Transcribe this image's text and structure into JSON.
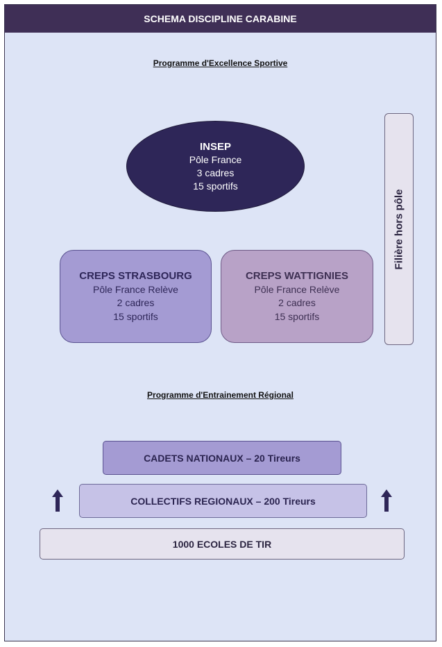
{
  "title": "SCHEMA DISCIPLINE CARABINE",
  "excellence_heading": "Programme d'Excellence Sportive",
  "insep": {
    "name": "INSEP",
    "pole": "Pôle France",
    "cadres": "3 cadres",
    "sportifs": "15 sportifs"
  },
  "strasbourg": {
    "name": "CREPS STRASBOURG",
    "pole": "Pôle France Relève",
    "cadres": "2 cadres",
    "sportifs": "15 sportifs"
  },
  "wattignies": {
    "name": "CREPS WATTIGNIES",
    "pole": "Pôle France Relève",
    "cadres": "2 cadres",
    "sportifs": "15 sportifs"
  },
  "filiere": "Filière hors pôle",
  "regional_heading": "Programme d'Entrainement Régional",
  "tiers": {
    "cadets": "CADETS NATIONAUX – 20 Tireurs",
    "collectifs": "COLLECTIFS REGIONAUX – 200 Tireurs",
    "ecoles": "1000 ECOLES DE TIR"
  },
  "colors": {
    "title_bar": "#3f2f56",
    "background": "#dde4f6",
    "insep": "#2e2658",
    "strasbourg": "#a49bd3",
    "wattignies": "#b8a2c7",
    "arrow": "#2e2658"
  }
}
